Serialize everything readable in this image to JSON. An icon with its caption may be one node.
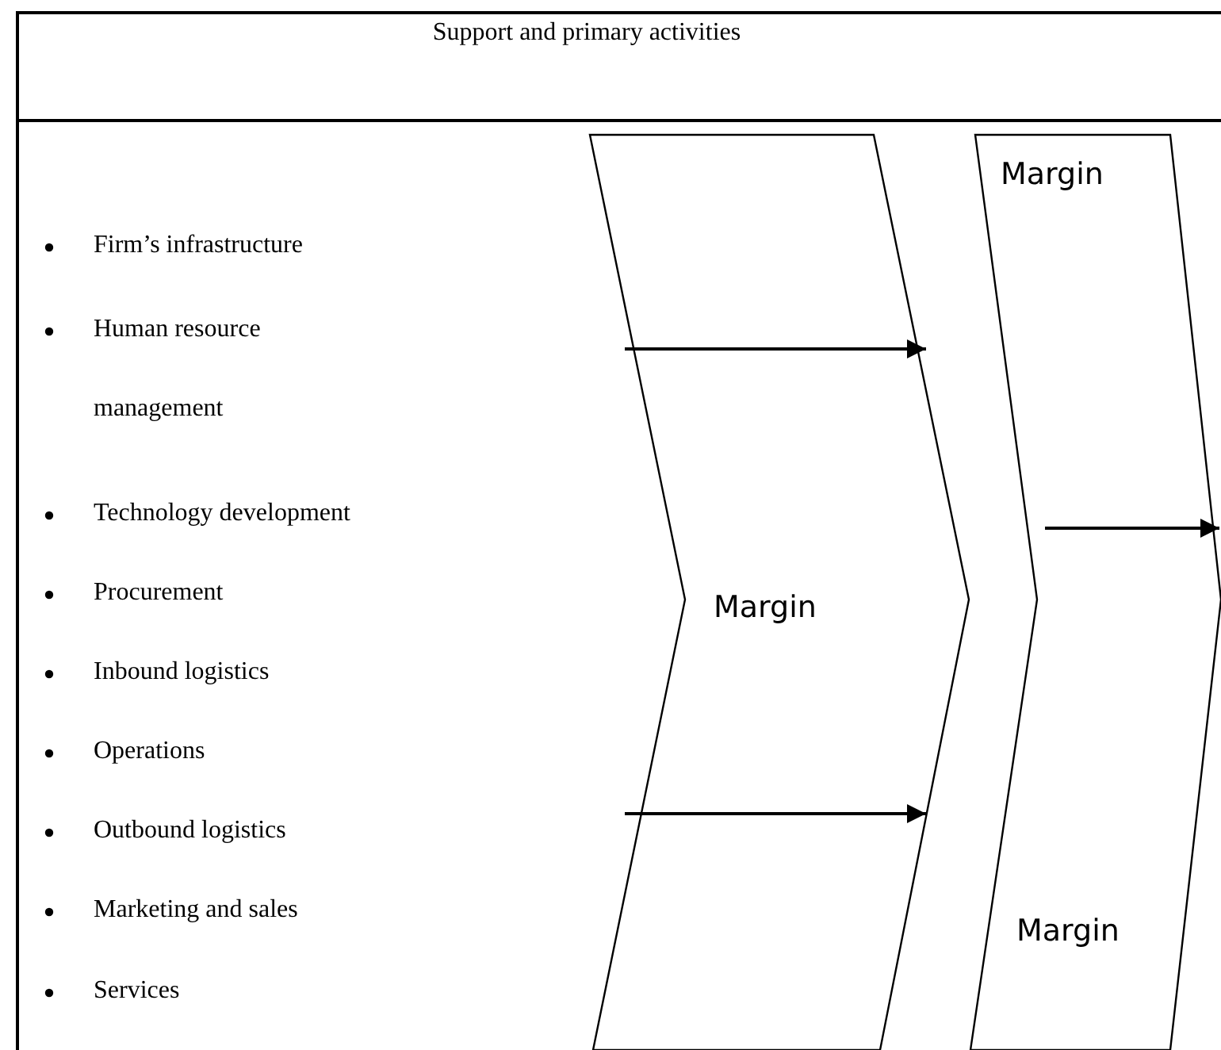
{
  "diagram": {
    "title": "Support and primary activities",
    "nodes": [
      {
        "text": [
          "Margin"
        ]
      },
      {
        "text": [
          "Margin",
          "Margin"
        ]
      }
    ],
    "labels": [
      "Firm’s infrastructure",
      "Human resource management",
      "Technology development",
      "Procurement",
      "Inbound logistics",
      "Operations",
      "Outbound logistics",
      "Marketing and sales",
      "Services"
    ]
  }
}
